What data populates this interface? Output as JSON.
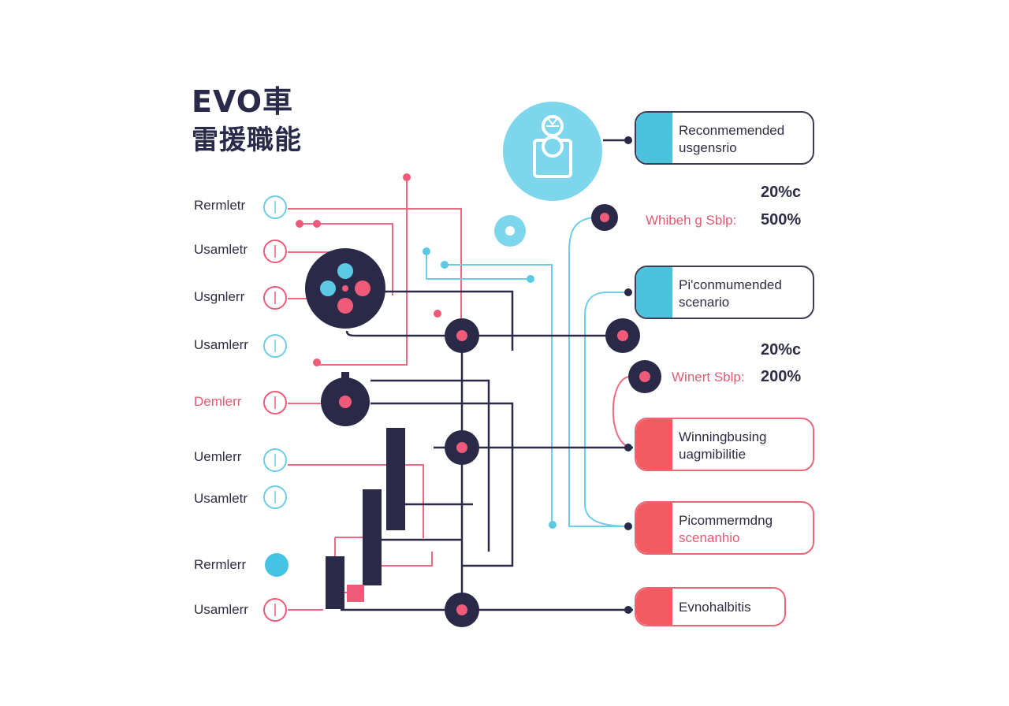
{
  "title": {
    "line1": "EVO車",
    "line2": "雷援職能"
  },
  "left_labels": [
    {
      "text": "Rermletr",
      "tone": "dark",
      "marker": "blue-ring"
    },
    {
      "text": "Usamletr",
      "tone": "dark",
      "marker": "pink-ring"
    },
    {
      "text": "Usgnlerr",
      "tone": "dark",
      "marker": "pink-ring"
    },
    {
      "text": "Usamlerr",
      "tone": "dark",
      "marker": "blue-ring"
    },
    {
      "text": "Demlerr",
      "tone": "pink",
      "marker": "pink-ring"
    },
    {
      "text": "Uemlerr",
      "tone": "dark",
      "marker": "blue-ring"
    },
    {
      "text": "Usamletr",
      "tone": "dark",
      "marker": "blue-ring"
    },
    {
      "text": "Rermlerr",
      "tone": "dark",
      "marker": "blue-dot"
    },
    {
      "text": "Usamlerr",
      "tone": "dark",
      "marker": "pink-ring"
    }
  ],
  "cards": [
    {
      "style": "blue",
      "line1": "Reconmemended",
      "line2": "usgensrio"
    },
    {
      "style": "blue",
      "line1": "Pi'conmumended",
      "line2": "scenario"
    },
    {
      "style": "red",
      "line1": "Winningbusing",
      "line2": "uagmibilitie"
    },
    {
      "style": "red",
      "line1": "Picommermdng",
      "line2": "scenanhio"
    },
    {
      "style": "red",
      "line1": "Evnohalbitis",
      "line2": ""
    }
  ],
  "stats": [
    {
      "value": "20%c"
    },
    {
      "label": "Whibeh g Sblp:",
      "value": "500%"
    },
    {
      "value": "20%c"
    },
    {
      "label": "Winert Sblp:",
      "value": "200%"
    }
  ],
  "icons": {
    "top_circle": "robot-icon"
  },
  "colors": {
    "navy": "#2a2a48",
    "pink": "#ee5a78",
    "cyan": "#5bc8e4",
    "red": "#f25b62"
  }
}
